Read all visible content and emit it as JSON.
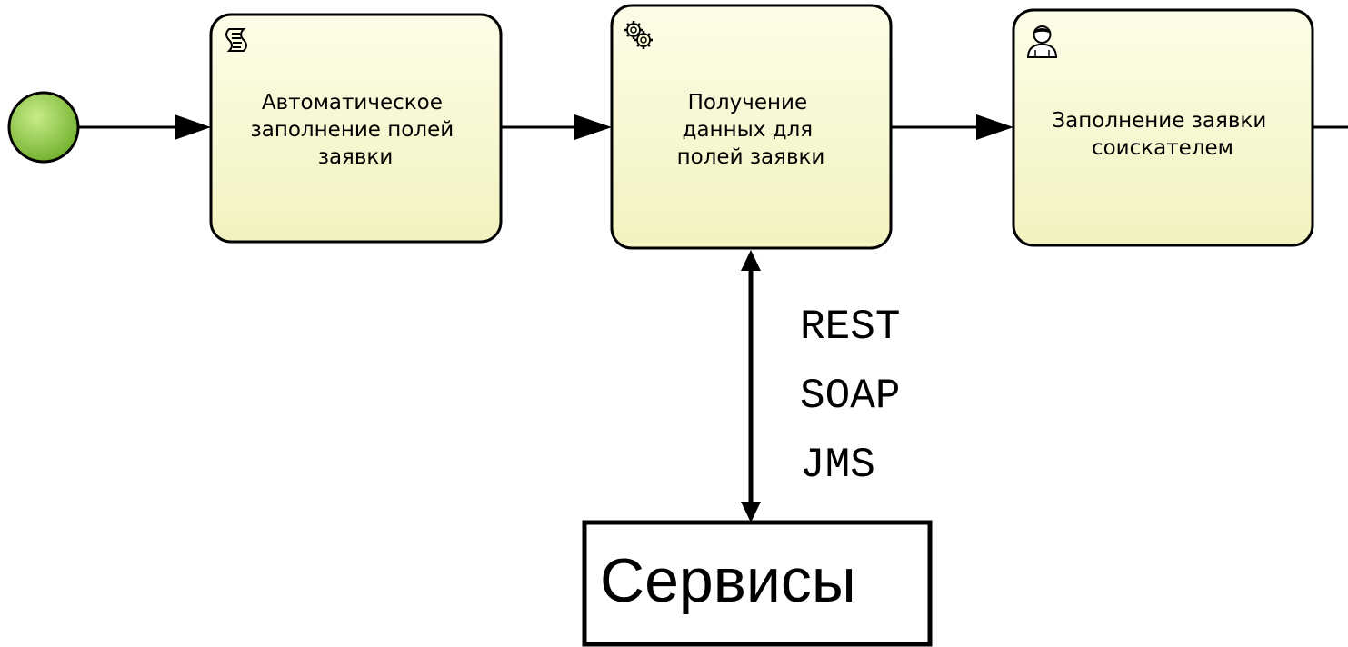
{
  "diagram": {
    "colors": {
      "task_fill_top": "#fdfde8",
      "task_fill_bottom": "#f2f2bf",
      "start_event_light": "#c8ec8a",
      "start_event_dark": "#6fae2a",
      "stroke": "#000000"
    },
    "start_event": {
      "icon": "start-event-circle"
    },
    "tasks": [
      {
        "type": "script-task",
        "icon": "script-icon",
        "lines": [
          "Автоматическое",
          "заполнение полей",
          "заявки"
        ]
      },
      {
        "type": "service-task",
        "icon": "gear-icon",
        "lines": [
          "Получение",
          "данных для",
          "полей заявки"
        ]
      },
      {
        "type": "user-task",
        "icon": "user-icon",
        "lines": [
          "Заполнение заявки",
          "соискателем"
        ]
      }
    ],
    "protocols": [
      "REST",
      "SOAP",
      "JMS"
    ],
    "services_label": "Сервисы"
  }
}
